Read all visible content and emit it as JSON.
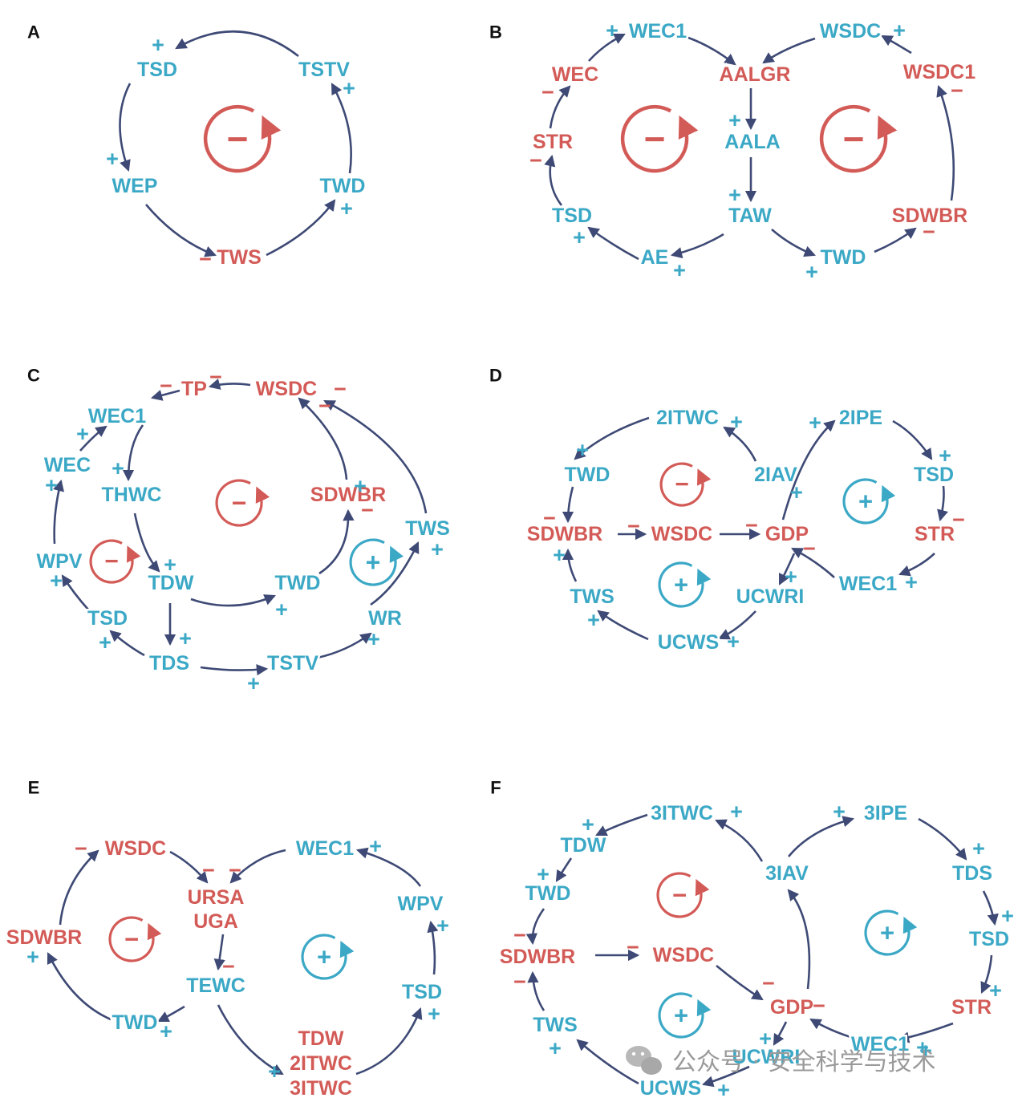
{
  "colors": {
    "positive": "#3BA8C6",
    "negative": "#D35B57",
    "arrow": "#3E4A75",
    "panel_label": "#111111",
    "watermark": "#9A9A9A"
  },
  "watermark": {
    "text": "公众号 · 安全科学与技术",
    "icon": "wechat-icon"
  },
  "panels": [
    {
      "label": "A",
      "nodes": [
        {
          "id": "TSD",
          "text": "TSD",
          "tone": "positive"
        },
        {
          "id": "TSTV",
          "text": "TSTV",
          "tone": "positive"
        },
        {
          "id": "WEP",
          "text": "WEP",
          "tone": "positive"
        },
        {
          "id": "TWD",
          "text": "TWD",
          "tone": "positive"
        },
        {
          "id": "TWS",
          "text": "TWS",
          "tone": "negative"
        }
      ],
      "signs": [
        "+",
        "+",
        "+",
        "+",
        "−"
      ],
      "loops": [
        "−"
      ],
      "links": [
        [
          "TSTV",
          "TSD"
        ],
        [
          "TSD",
          "WEP"
        ],
        [
          "WEP",
          "TWS"
        ],
        [
          "TWS",
          "TWD"
        ],
        [
          "TWD",
          "TSTV"
        ]
      ]
    },
    {
      "label": "B",
      "nodes": [
        {
          "id": "WEC1",
          "text": "WEC1",
          "tone": "positive"
        },
        {
          "id": "WSDC",
          "text": "WSDC",
          "tone": "positive"
        },
        {
          "id": "WEC",
          "text": "WEC",
          "tone": "negative"
        },
        {
          "id": "AALGR",
          "text": "AALGR",
          "tone": "negative"
        },
        {
          "id": "WSDC1",
          "text": "WSDC1",
          "tone": "negative"
        },
        {
          "id": "STR",
          "text": "STR",
          "tone": "negative"
        },
        {
          "id": "AALA",
          "text": "AALA",
          "tone": "positive"
        },
        {
          "id": "TSD",
          "text": "TSD",
          "tone": "positive"
        },
        {
          "id": "TAW",
          "text": "TAW",
          "tone": "positive"
        },
        {
          "id": "SDWBR",
          "text": "SDWBR",
          "tone": "negative"
        },
        {
          "id": "AE",
          "text": "AE",
          "tone": "positive"
        },
        {
          "id": "TWD",
          "text": "TWD",
          "tone": "positive"
        }
      ],
      "signs": [
        "+",
        "+",
        "−",
        "−",
        "−",
        "+",
        "+",
        "+",
        "−",
        "+",
        "+"
      ],
      "loops": [
        "−",
        "−"
      ],
      "links": [
        [
          "WEC1",
          "AALGR"
        ],
        [
          "WSDC",
          "AALGR"
        ],
        [
          "AALGR",
          "AALA"
        ],
        [
          "AALA",
          "TAW"
        ],
        [
          "TAW",
          "AE"
        ],
        [
          "AE",
          "TSD"
        ],
        [
          "TSD",
          "STR"
        ],
        [
          "STR",
          "WEC"
        ],
        [
          "WEC",
          "WEC1"
        ],
        [
          "TAW",
          "TWD"
        ],
        [
          "TWD",
          "SDWBR"
        ],
        [
          "SDWBR",
          "WSDC1"
        ],
        [
          "WSDC1",
          "WSDC"
        ]
      ]
    },
    {
      "label": "C",
      "nodes": [
        {
          "id": "TP",
          "text": "TP",
          "tone": "negative"
        },
        {
          "id": "WSDC",
          "text": "WSDC",
          "tone": "negative"
        },
        {
          "id": "WEC1",
          "text": "WEC1",
          "tone": "positive"
        },
        {
          "id": "WEC",
          "text": "WEC",
          "tone": "positive"
        },
        {
          "id": "THWC",
          "text": "THWC",
          "tone": "positive"
        },
        {
          "id": "SDWBR",
          "text": "SDWBR",
          "tone": "negative"
        },
        {
          "id": "TWS",
          "text": "TWS",
          "tone": "positive"
        },
        {
          "id": "WPV",
          "text": "WPV",
          "tone": "positive"
        },
        {
          "id": "TDW",
          "text": "TDW",
          "tone": "positive"
        },
        {
          "id": "TWD",
          "text": "TWD",
          "tone": "positive"
        },
        {
          "id": "TSD",
          "text": "TSD",
          "tone": "positive"
        },
        {
          "id": "WR",
          "text": "WR",
          "tone": "positive"
        },
        {
          "id": "TDS",
          "text": "TDS",
          "tone": "positive"
        },
        {
          "id": "TSTV",
          "text": "TSTV",
          "tone": "positive"
        }
      ],
      "signs": [
        "−",
        "−",
        "−",
        "−",
        "+",
        "+",
        "+",
        "−",
        "+",
        "+",
        "+",
        "+",
        "+",
        "+",
        "+",
        "+",
        "+"
      ],
      "loops": [
        "−",
        "−",
        "+"
      ],
      "links": [
        [
          "WSDC",
          "TP"
        ],
        [
          "TP",
          "WEC1"
        ],
        [
          "WEC1",
          "THWC"
        ],
        [
          "THWC",
          "TDW"
        ],
        [
          "TDW",
          "TWD"
        ],
        [
          "TWD",
          "SDWBR"
        ],
        [
          "SDWBR",
          "WSDC"
        ],
        [
          "TWS",
          "WSDC"
        ],
        [
          "WR",
          "TWS"
        ],
        [
          "TSTV",
          "WR"
        ],
        [
          "TDS",
          "TSTV"
        ],
        [
          "TDW",
          "TDS"
        ],
        [
          "TDS",
          "TSD"
        ],
        [
          "TSD",
          "WPV"
        ],
        [
          "WPV",
          "WEC"
        ],
        [
          "WEC",
          "WEC1"
        ]
      ]
    },
    {
      "label": "D",
      "nodes": [
        {
          "id": "2ITWC",
          "text": "2ITWC",
          "tone": "positive"
        },
        {
          "id": "2IPE",
          "text": "2IPE",
          "tone": "positive"
        },
        {
          "id": "TWD",
          "text": "TWD",
          "tone": "positive"
        },
        {
          "id": "2IAV",
          "text": "2IAV",
          "tone": "positive"
        },
        {
          "id": "TSD",
          "text": "TSD",
          "tone": "positive"
        },
        {
          "id": "SDWBR",
          "text": "SDWBR",
          "tone": "negative"
        },
        {
          "id": "WSDC",
          "text": "WSDC",
          "tone": "negative"
        },
        {
          "id": "GDP",
          "text": "GDP",
          "tone": "negative"
        },
        {
          "id": "STR",
          "text": "STR",
          "tone": "negative"
        },
        {
          "id": "WEC1",
          "text": "WEC1",
          "tone": "positive"
        },
        {
          "id": "TWS",
          "text": "TWS",
          "tone": "positive"
        },
        {
          "id": "UCWRI",
          "text": "UCWRI",
          "tone": "positive"
        },
        {
          "id": "UCWS",
          "text": "UCWS",
          "tone": "positive"
        }
      ],
      "signs": [
        "+",
        "+",
        "+",
        "+",
        "+",
        "−",
        "−",
        "−",
        "−",
        "−",
        "+",
        "+",
        "+",
        "+",
        "+"
      ],
      "loops": [
        "−",
        "+",
        "+"
      ],
      "links": [
        [
          "2IAV",
          "2ITWC"
        ],
        [
          "2ITWC",
          "TWD"
        ],
        [
          "TWD",
          "SDWBR"
        ],
        [
          "SDWBR",
          "WSDC"
        ],
        [
          "WSDC",
          "GDP"
        ],
        [
          "GDP",
          "UCWRI"
        ],
        [
          "UCWRI",
          "UCWS"
        ],
        [
          "UCWS",
          "TWS"
        ],
        [
          "TWS",
          "SDWBR"
        ],
        [
          "GDP",
          "2IPE"
        ],
        [
          "2IPE",
          "TSD"
        ],
        [
          "TSD",
          "STR"
        ],
        [
          "STR",
          "WEC1"
        ],
        [
          "WEC1",
          "GDP"
        ]
      ]
    },
    {
      "label": "E",
      "nodes": [
        {
          "id": "WSDC",
          "text": "WSDC",
          "tone": "negative"
        },
        {
          "id": "WEC1",
          "text": "WEC1",
          "tone": "positive"
        },
        {
          "id": "URSA",
          "text": "URSA",
          "tone": "negative"
        },
        {
          "id": "UGA",
          "text": "UGA",
          "tone": "negative"
        },
        {
          "id": "WPV",
          "text": "WPV",
          "tone": "positive"
        },
        {
          "id": "SDWBR",
          "text": "SDWBR",
          "tone": "negative"
        },
        {
          "id": "TEWC",
          "text": "TEWC",
          "tone": "positive"
        },
        {
          "id": "TSD",
          "text": "TSD",
          "tone": "positive"
        },
        {
          "id": "TWD",
          "text": "TWD",
          "tone": "positive"
        },
        {
          "id": "TDW",
          "text": "TDW",
          "tone": "negative"
        },
        {
          "id": "2ITWC",
          "text": "2ITWC",
          "tone": "negative"
        },
        {
          "id": "3ITWC",
          "text": "3ITWC",
          "tone": "negative"
        }
      ],
      "signs": [
        "−",
        "+",
        "−",
        "−",
        "+",
        "+",
        "−",
        "+",
        "+",
        "+",
        "−"
      ],
      "loops": [
        "−",
        "+"
      ],
      "links": [
        [
          "SDWBR",
          "WSDC"
        ],
        [
          "WSDC",
          "URSA"
        ],
        [
          "WEC1",
          "URSA"
        ],
        [
          "UGA",
          "TEWC"
        ],
        [
          "TEWC",
          "TWD"
        ],
        [
          "TWD",
          "SDWBR"
        ],
        [
          "TEWC",
          "3ITWC"
        ],
        [
          "3ITWC",
          "TSD"
        ],
        [
          "TSD",
          "WPV"
        ],
        [
          "WPV",
          "WEC1"
        ]
      ]
    },
    {
      "label": "F",
      "nodes": [
        {
          "id": "3ITWC",
          "text": "3ITWC",
          "tone": "positive"
        },
        {
          "id": "3IPE",
          "text": "3IPE",
          "tone": "positive"
        },
        {
          "id": "TDW",
          "text": "TDW",
          "tone": "positive"
        },
        {
          "id": "TWD",
          "text": "TWD",
          "tone": "positive"
        },
        {
          "id": "3IAV",
          "text": "3IAV",
          "tone": "positive"
        },
        {
          "id": "TDS",
          "text": "TDS",
          "tone": "positive"
        },
        {
          "id": "TSD",
          "text": "TSD",
          "tone": "positive"
        },
        {
          "id": "SDWBR",
          "text": "SDWBR",
          "tone": "negative"
        },
        {
          "id": "WSDC",
          "text": "WSDC",
          "tone": "negative"
        },
        {
          "id": "GDP",
          "text": "GDP",
          "tone": "negative"
        },
        {
          "id": "STR",
          "text": "STR",
          "tone": "negative"
        },
        {
          "id": "TWS",
          "text": "TWS",
          "tone": "positive"
        },
        {
          "id": "WEC1",
          "text": "WEC1",
          "tone": "positive"
        },
        {
          "id": "UCWRI",
          "text": "UCWRI",
          "tone": "positive"
        },
        {
          "id": "UCWS",
          "text": "UCWS",
          "tone": "positive"
        }
      ],
      "signs": [
        "+",
        "+",
        "+",
        "+",
        "+",
        "+",
        "+",
        "−",
        "−",
        "−",
        "−",
        "−",
        "+",
        "+",
        "+",
        "+",
        "+"
      ],
      "loops": [
        "−",
        "+",
        "+"
      ],
      "links": [
        [
          "3IAV",
          "3ITWC"
        ],
        [
          "3ITWC",
          "TDW"
        ],
        [
          "TDW",
          "TWD"
        ],
        [
          "TWD",
          "SDWBR"
        ],
        [
          "SDWBR",
          "WSDC"
        ],
        [
          "WSDC",
          "GDP"
        ],
        [
          "GDP",
          "3IAV"
        ],
        [
          "3IAV",
          "3IPE"
        ],
        [
          "3IPE",
          "TDS"
        ],
        [
          "TDS",
          "TSD"
        ],
        [
          "TSD",
          "STR"
        ],
        [
          "STR",
          "WEC1"
        ],
        [
          "WEC1",
          "GDP"
        ],
        [
          "GDP",
          "UCWRI"
        ],
        [
          "UCWRI",
          "UCWS"
        ],
        [
          "UCWS",
          "TWS"
        ],
        [
          "TWS",
          "SDWBR"
        ]
      ]
    }
  ]
}
